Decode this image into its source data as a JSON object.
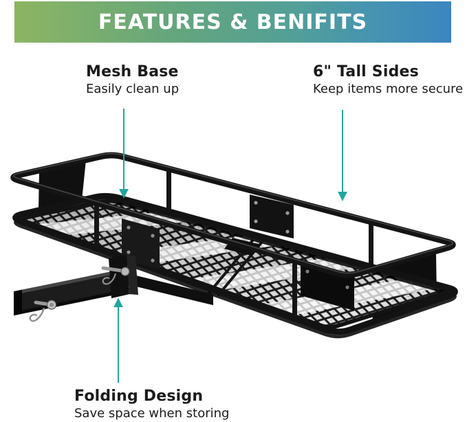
{
  "banner": {
    "title": "FEATURES & BENIFITS",
    "gradient": [
      "#8DB562",
      "#54A096",
      "#3B86C0"
    ]
  },
  "callouts": {
    "mesh_base": {
      "title": "Mesh Base",
      "subtitle": "Easily clean up"
    },
    "tall_sides": {
      "title": "6\" Tall Sides",
      "subtitle": "Keep items more secure"
    },
    "folding_design": {
      "title": "Folding Design",
      "subtitle": "Save space when storing"
    }
  },
  "annotation_arrows": [
    {
      "target": "mesh_base",
      "direction": "down"
    },
    {
      "target": "tall_sides",
      "direction": "down"
    },
    {
      "target": "folding_design",
      "direction": "up"
    }
  ],
  "colors": {
    "accent": "#21A69F",
    "text": "#1B1B1B",
    "product_black": "#161616"
  },
  "product": {
    "description": "Black folding hitch-mount cargo carrier basket with mesh base"
  }
}
